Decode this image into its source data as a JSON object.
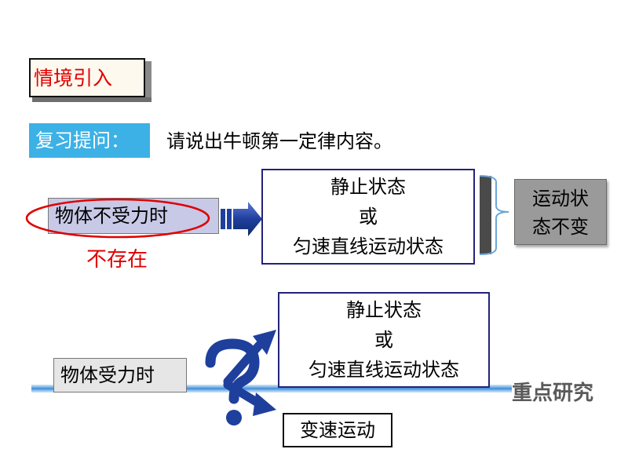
{
  "scenario": {
    "title": "情境引入"
  },
  "review": {
    "label": "复习提问：",
    "question": "请说出牛顿第一定律内容。"
  },
  "row1": {
    "condition": "物体不受力时",
    "note": "不存在",
    "state_lines": [
      "静止状态",
      "或",
      "匀速直线运动状态"
    ],
    "result_lines": [
      "运动状",
      "态不变"
    ]
  },
  "row2": {
    "condition": "物体受力时",
    "state_lines": [
      "静止状态",
      "或",
      "匀速直线运动状态"
    ],
    "variable": "变速运动",
    "focus": "重点研究"
  },
  "colors": {
    "accent_red": "#e00000",
    "review_blue": "#3cb1e6",
    "arrow_blue": "#1f3f9c",
    "focus_line": "#3a8bd8"
  }
}
